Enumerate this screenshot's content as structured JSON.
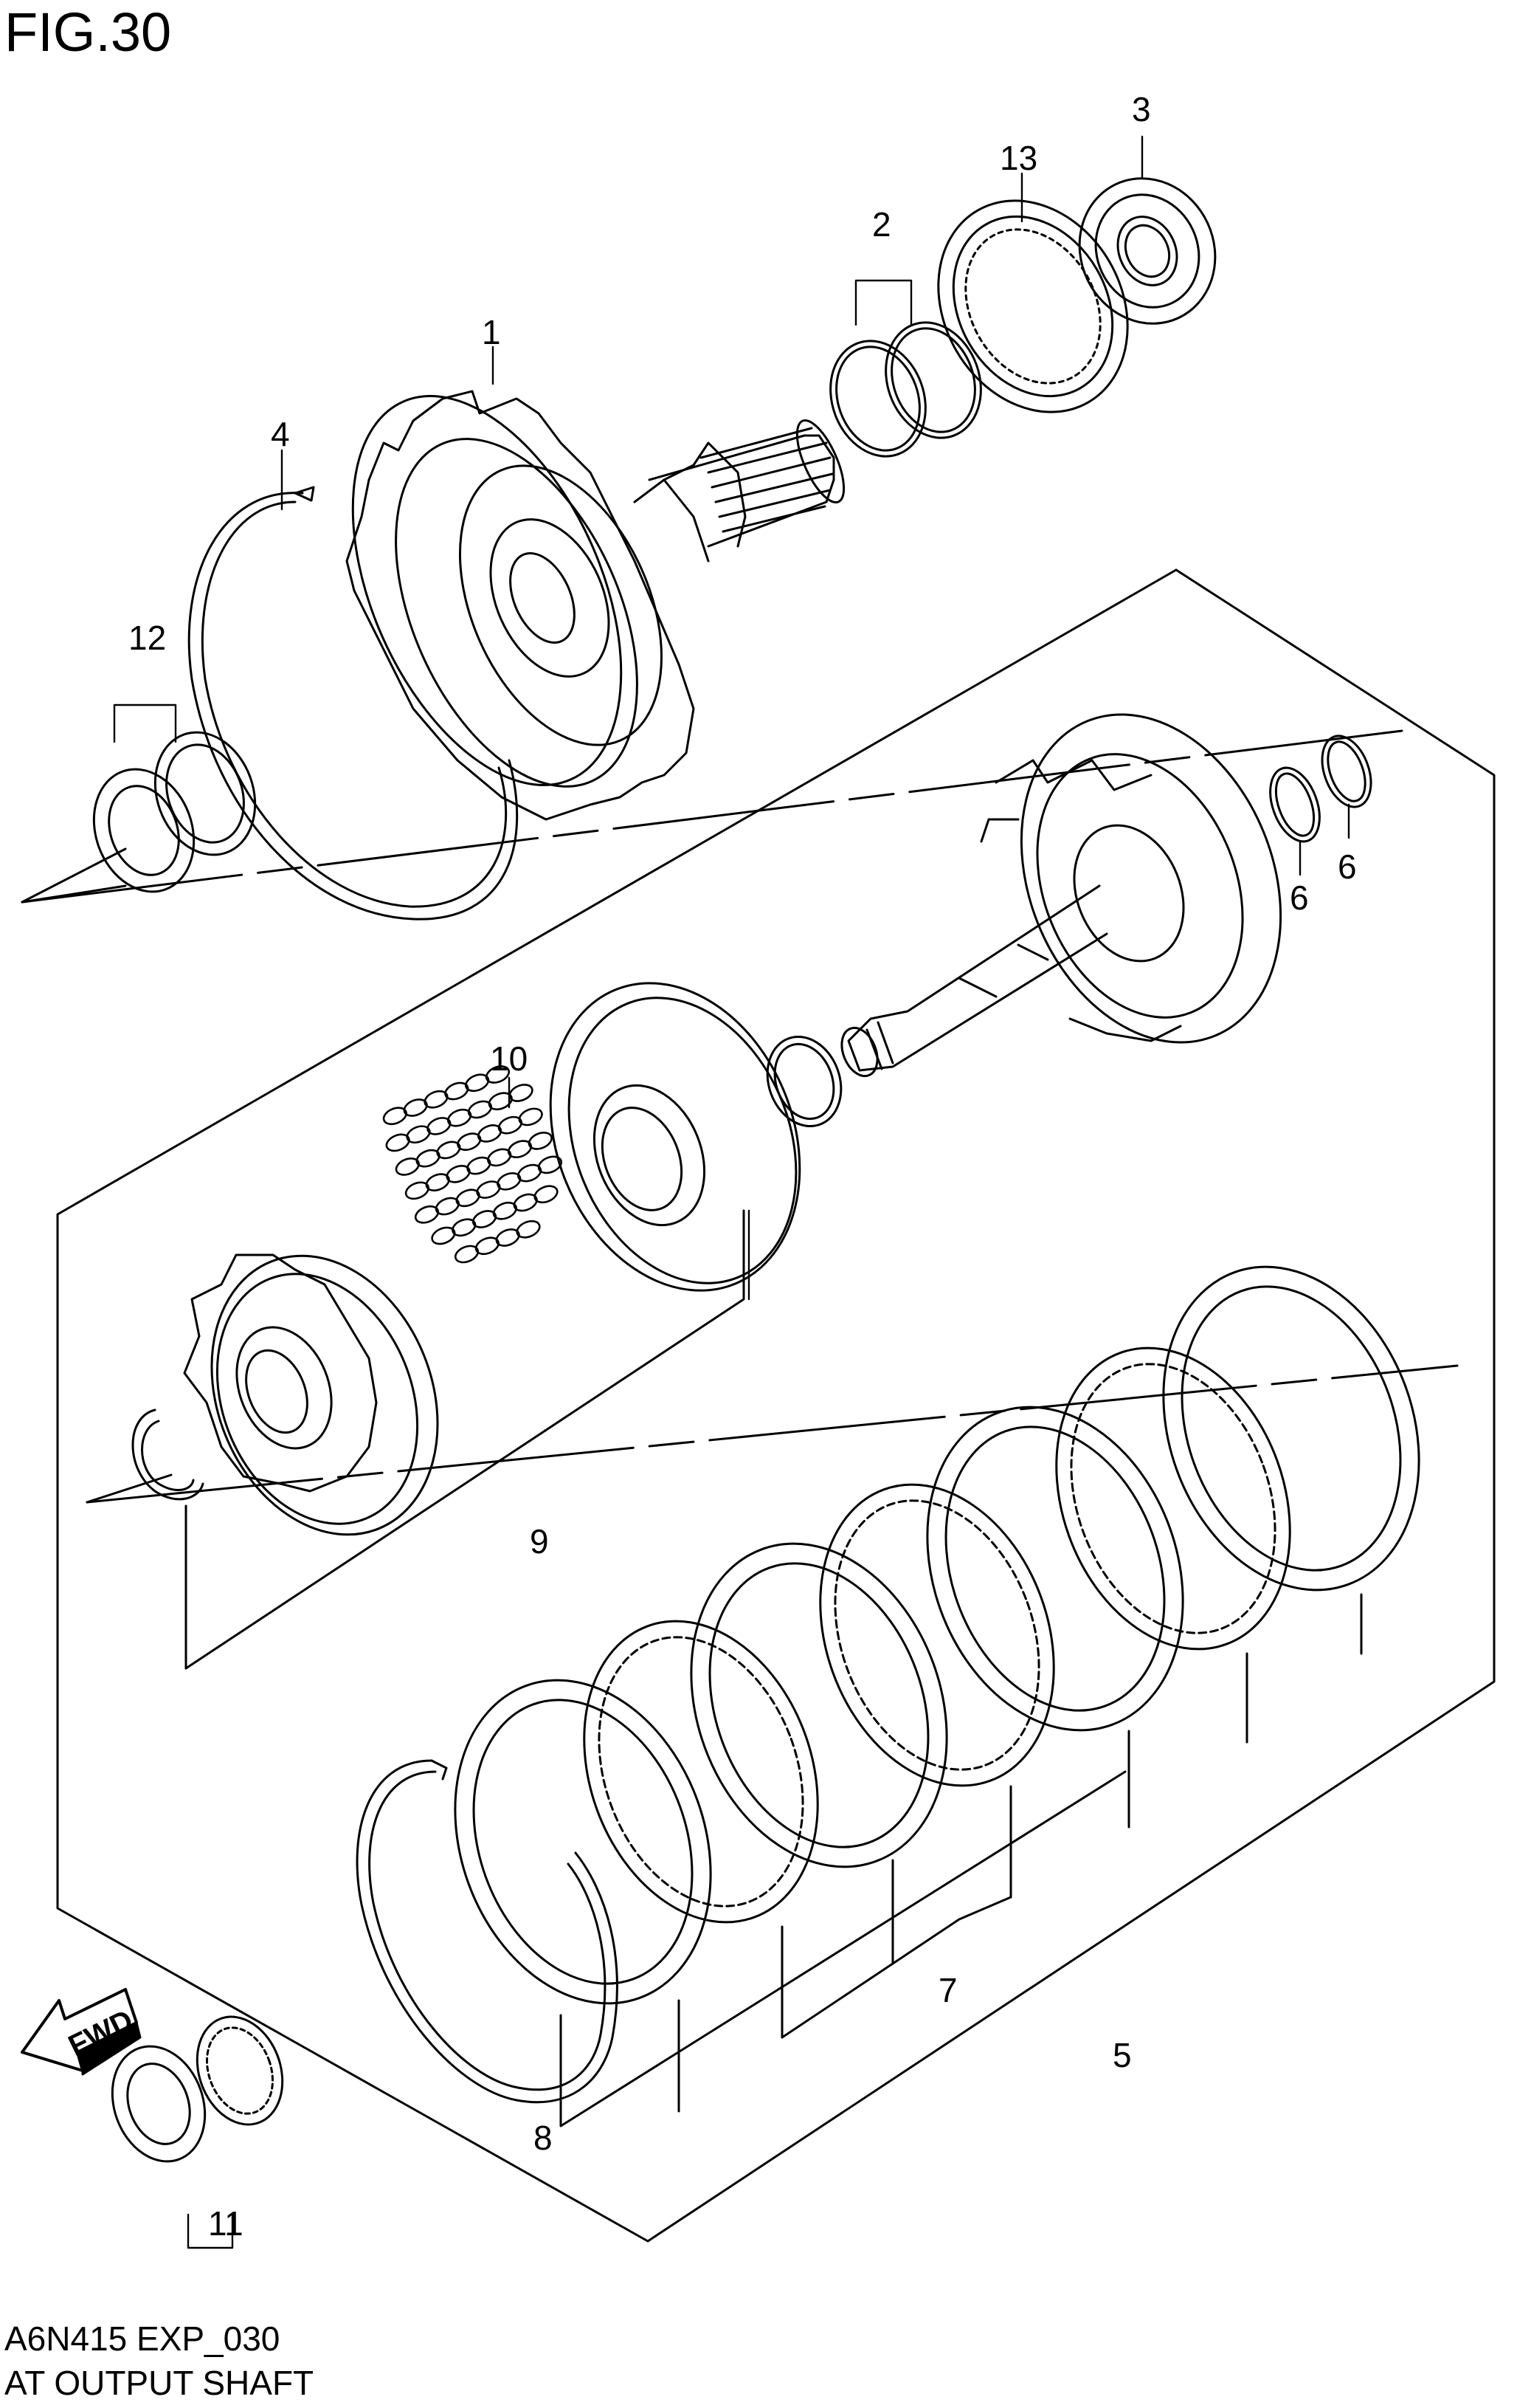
{
  "figure": {
    "title": "FIG.30"
  },
  "footer": {
    "code": "A6N415 EXP_030",
    "name": "AT OUTPUT SHAFT"
  },
  "badge": {
    "fwd": "FWD"
  },
  "callouts": [
    "1",
    "2",
    "3",
    "4",
    "5",
    "6",
    "6",
    "7",
    "8",
    "9",
    "10",
    "11",
    "12",
    "13"
  ]
}
